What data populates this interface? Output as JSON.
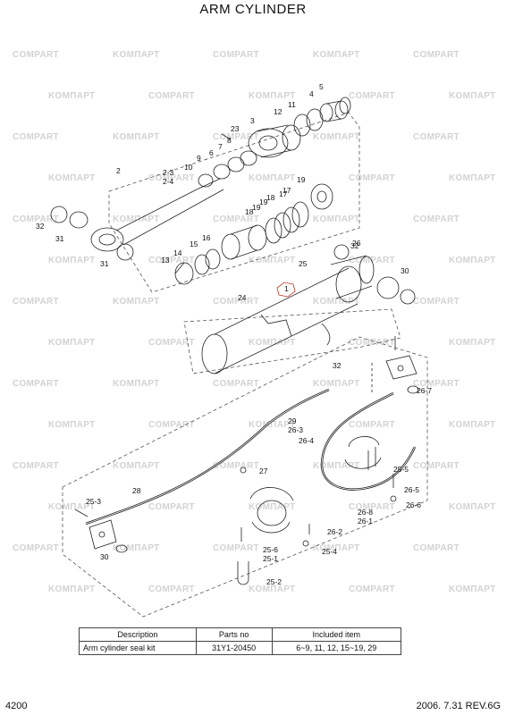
{
  "page": {
    "title": "ARM CYLINDER",
    "page_number": "4200",
    "revision": "2006. 7.31  REV.6G"
  },
  "watermark": {
    "brand_en": "COMPART",
    "brand_ru": "KOMПАРТ"
  },
  "callouts": [
    "1",
    "2",
    "2-3",
    "2-4",
    "3",
    "4",
    "5",
    "6",
    "7",
    "8",
    "9",
    "10",
    "11",
    "12",
    "13",
    "14",
    "15",
    "16",
    "17",
    "18",
    "19",
    "19",
    "18",
    "17",
    "19",
    "23",
    "24",
    "25",
    "26",
    "30",
    "31",
    "31",
    "32",
    "32",
    "32",
    "26-7",
    "29",
    "26-3",
    "26-4",
    "28",
    "27",
    "25-5",
    "26-5",
    "26-6",
    "26-8",
    "26-1",
    "26-2",
    "25-4",
    "25-6",
    "25-1",
    "25-2",
    "25-3",
    "30",
    "29"
  ],
  "parts_table": {
    "headers": [
      "Description",
      "Parts no",
      "Included item"
    ],
    "rows": [
      [
        "Arm cylinder seal kit",
        "31Y1-20450",
        "6~9, 11, 12, 15~19, 29"
      ]
    ]
  }
}
